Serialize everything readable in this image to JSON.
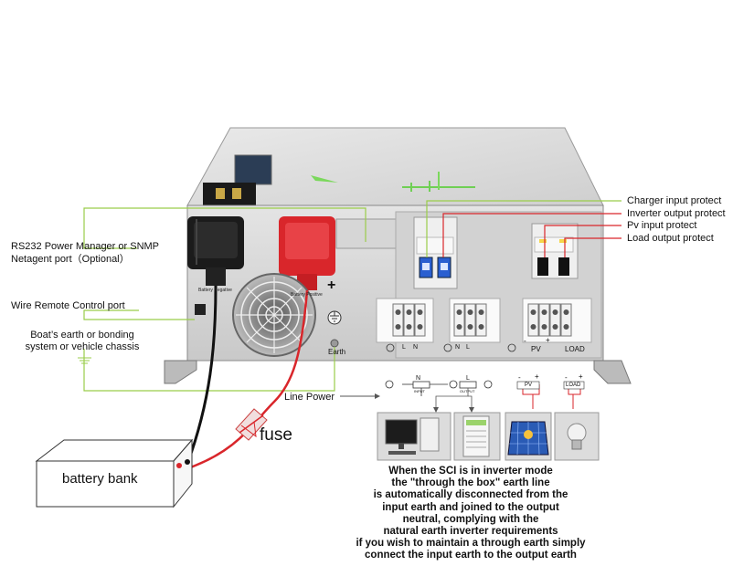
{
  "labels": {
    "charger_input_protect": "Charger input protect",
    "inverter_output_protect": "Inverter output protect",
    "pv_input_protect": "Pv input protect",
    "load_output_protect": "Load output protect",
    "rs232_line1": "RS232 Power Manager or SNMP",
    "rs232_line2": "Netagent port（Optional）",
    "wire_remote": "Wire Remote Control port",
    "boat_line1": "Boat’s earth or bonding",
    "boat_line2": "system or vehicle chassis",
    "line_power": "Line Power",
    "fuse": "fuse",
    "battery_bank": "battery bank",
    "earth": "Earth",
    "battery_negative": "Battery Negative",
    "battery_positive": "Battery Positive",
    "pv": "PV",
    "load": "LOAD",
    "n1": "N",
    "l1": "L",
    "n2": "N",
    "l2": "L",
    "minus": "-",
    "plus": "+",
    "pv_box": "PV",
    "load_box": "LOAD",
    "input_tag": "INPUT",
    "output_tag": "OUTPUT"
  },
  "note_lines": [
    "When the  SCI  is in inverter mode",
    "the  \"through the box\" earth line",
    "is automatically disconnected from the",
    "input earth and joined to the output",
    "neutral, complying with the",
    "natural earth inverter requirements",
    "if you wish to maintain a through earth simply",
    "connect the input earth to the output earth"
  ],
  "colors": {
    "accent_line": "#9acd4a",
    "battery_positive": "#d9262b",
    "wire_black": "#111111",
    "breaker_blue": "#2a5fd0",
    "device_panel": "#dcdcdc"
  }
}
